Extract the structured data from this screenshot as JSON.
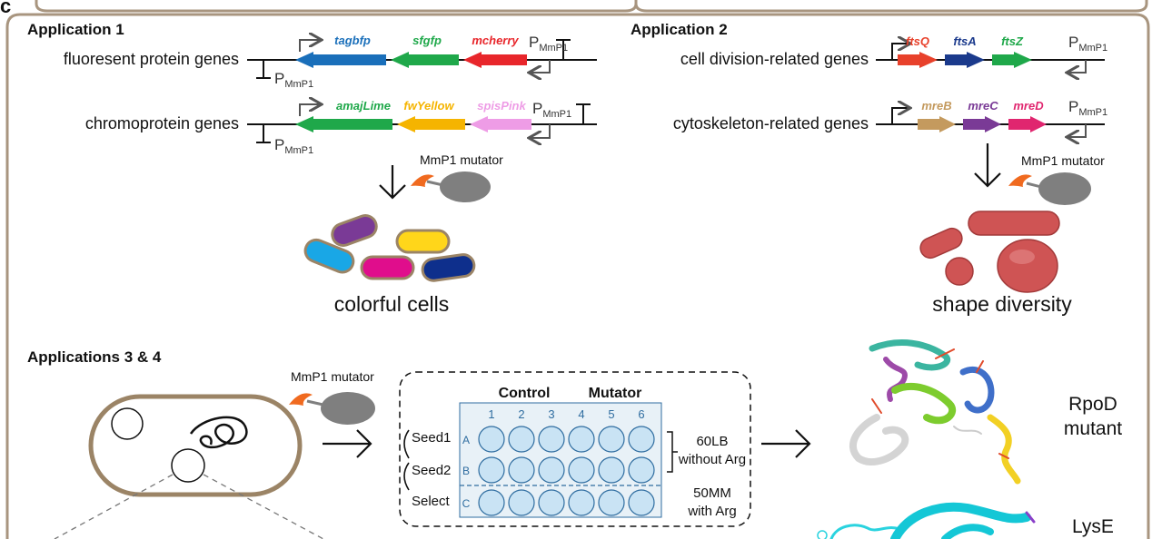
{
  "panel_letter": "c",
  "app1": {
    "title": "Application 1",
    "row1_label": "fluoresent protein genes",
    "row1_genes": [
      {
        "name": "tagbfp",
        "color": "#1a6fba"
      },
      {
        "name": "sfgfp",
        "color": "#1fa84a"
      },
      {
        "name": "mcherry",
        "color": "#e8262b"
      }
    ],
    "row2_label": "chromoprotein genes",
    "row2_genes": [
      {
        "name": "amajLime",
        "color": "#1fa84a"
      },
      {
        "name": "fwYellow",
        "color": "#f5b400"
      },
      {
        "name": "spisPink",
        "color": "#ee9ce6"
      }
    ],
    "promoter_main": "P",
    "promoter_sub": "MmP1",
    "mutator_label": "MmP1 mutator",
    "result": "colorful cells"
  },
  "app2": {
    "title": "Application 2",
    "row1_label": "cell division-related genes",
    "row1_genes": [
      {
        "name": "ftsQ",
        "color": "#e8412b"
      },
      {
        "name": "ftsA",
        "color": "#1b3a8c"
      },
      {
        "name": "ftsZ",
        "color": "#1fa84a"
      }
    ],
    "row2_label": "cytoskeleton-related genes",
    "row2_genes": [
      {
        "name": "mreB",
        "color": "#c49a5e"
      },
      {
        "name": "mreC",
        "color": "#7a3a96"
      },
      {
        "name": "mreD",
        "color": "#e0266f"
      }
    ],
    "promoter_main": "P",
    "promoter_sub": "MmP1",
    "mutator_label": "MmP1 mutator",
    "result": "shape diversity"
  },
  "app34": {
    "title": "Applications 3 & 4",
    "mutator_label": "MmP1 mutator",
    "plate": {
      "control_label": "Control",
      "mutator_label": "Mutator",
      "columns": [
        "1",
        "2",
        "3",
        "4",
        "5",
        "6"
      ],
      "rows": [
        "A",
        "B",
        "C"
      ],
      "seed1": "Seed1",
      "seed2": "Seed2",
      "select": "Select",
      "medium1_line1": "60LB",
      "medium1_line2": "without Arg",
      "medium2_line1": "50MM",
      "medium2_line2": "with Arg"
    },
    "protein1_line1": "RpoD",
    "protein1_line2": "mutant",
    "protein2_line1": "LysE"
  },
  "colors": {
    "frame": "#a8957f",
    "plate_fill": "#e8f1f7",
    "well_fill": "#c9e3f4",
    "well_stroke": "#2f6da0",
    "mutator_body": "#7f7f7f",
    "mutator_head": "#f06a1f",
    "cell_wall": "#9b8466"
  }
}
